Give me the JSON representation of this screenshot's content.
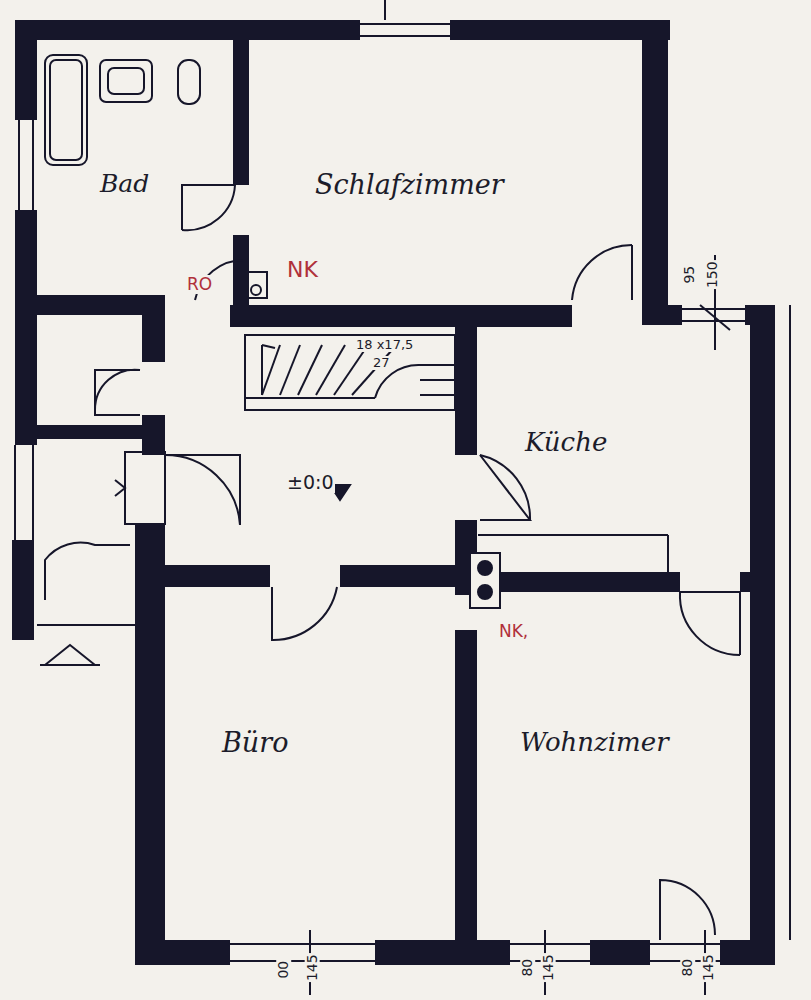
{
  "diagram": {
    "nodes": [
      {
        "text": [
          "Bad"
        ]
      },
      {
        "text": [
          "Schlafzimmer"
        ]
      },
      {
        "text": [
          "Küche"
        ]
      },
      {
        "text": [
          "Büro"
        ]
      },
      {
        "text": [
          "Wohnzimer"
        ]
      }
    ],
    "labels": [
      "RO",
      "NK",
      "NK,",
      "±0:0",
      "18 x17,5",
      "27",
      "95",
      "150",
      "00",
      "145",
      "80",
      "145",
      "80",
      "145"
    ]
  }
}
